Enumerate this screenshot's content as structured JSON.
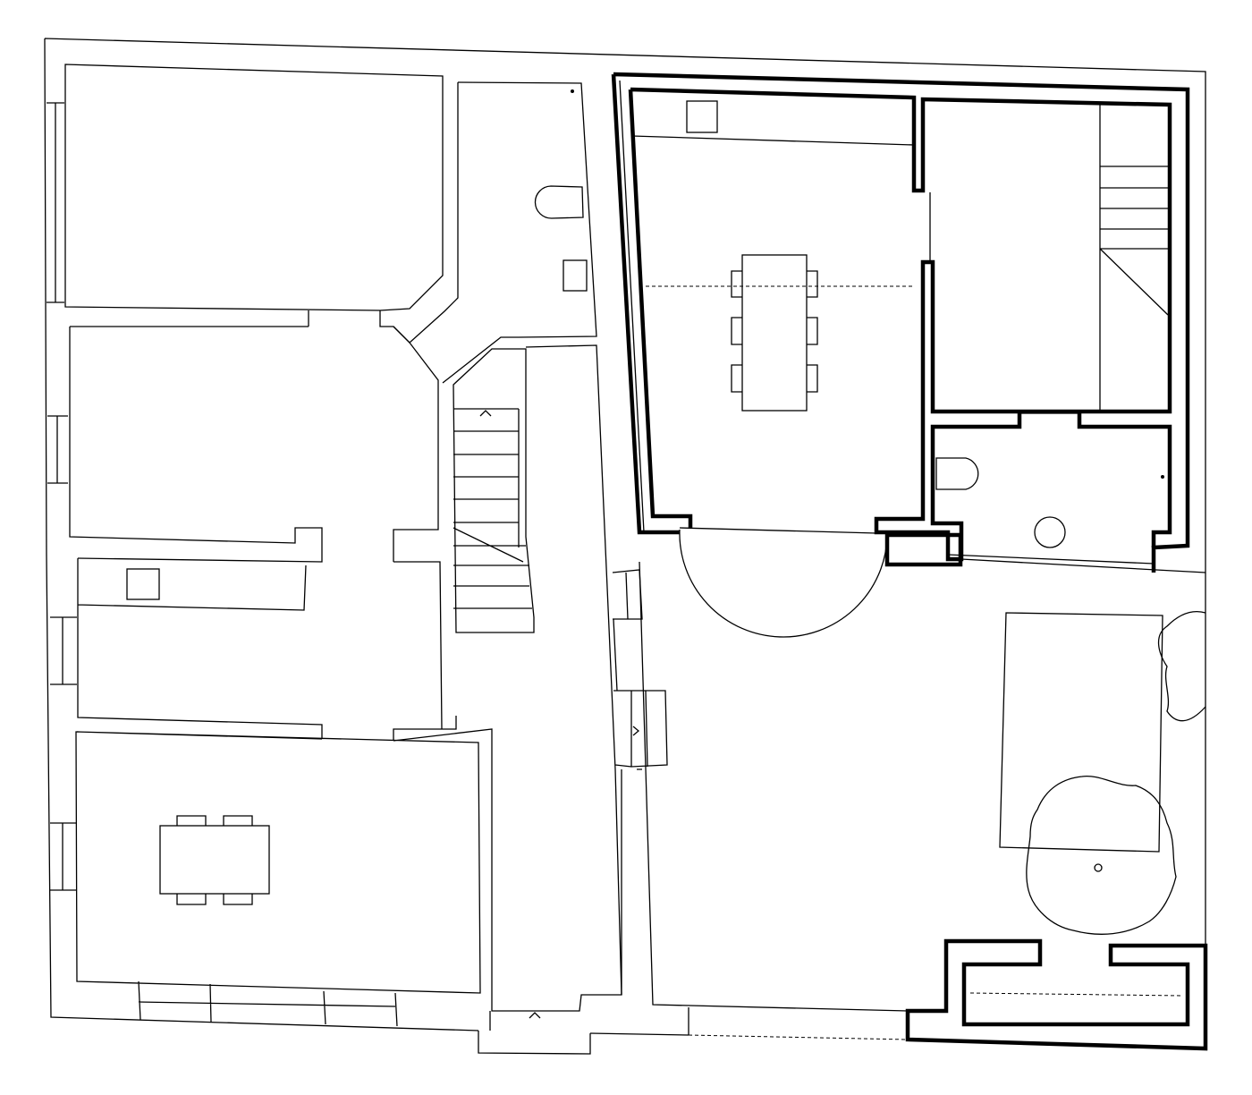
{
  "plan": {
    "type": "floor-plan",
    "colors": {
      "background": "#ffffff",
      "lines": "#000000"
    },
    "new_construction_style": "thick-walls",
    "existing_construction_style": "thin-walls"
  }
}
